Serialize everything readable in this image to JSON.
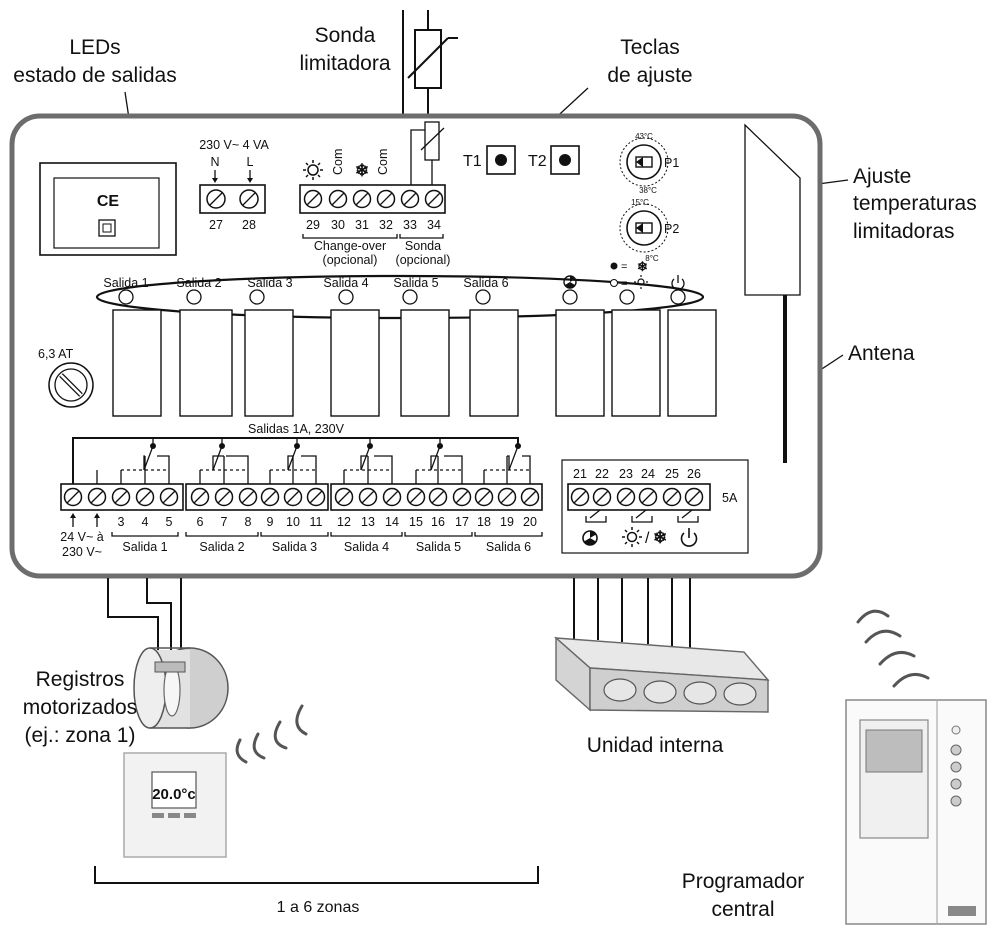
{
  "callouts": {
    "leds": [
      "LEDs",
      "estado de salidas"
    ],
    "sonda_limitadora": [
      "Sonda",
      "limitadora"
    ],
    "teclas": [
      "Teclas",
      "de ajuste"
    ],
    "ajuste": [
      "Ajuste",
      "temperaturas",
      "limitadoras"
    ],
    "antena": "Antena",
    "registros": [
      "Registros",
      "motorizados",
      "(ej.: zona 1)"
    ],
    "unidad_interna": "Unidad interna",
    "zonas": "1 a 6 zonas",
    "programador": [
      "Programador",
      "central"
    ]
  },
  "board": {
    "ce": "CE",
    "power_spec": "230 V~ 4 VA",
    "power_n": "N",
    "power_l": "L",
    "power_terms": [
      "27",
      "28"
    ],
    "mid_terms": [
      "29",
      "30",
      "31",
      "32",
      "33",
      "34"
    ],
    "com": "Com",
    "change_over": [
      "Change-over",
      "(opcional)"
    ],
    "sonda_opt": [
      "Sonda",
      "(opcional)"
    ],
    "t1": "T1",
    "t2": "T2",
    "p1": "P1",
    "p2": "P2",
    "p1_max": "43°C",
    "p1_min": "38°C",
    "p2_max": "15°C",
    "p2_min": "8°C",
    "fuse": "6,3 AT",
    "leds": [
      "Salida 1",
      "Salida 2",
      "Salida 3",
      "Salida 4",
      "Salida 5",
      "Salida 6"
    ],
    "outputs_header": "Salidas 1A, 230V",
    "bottom_terms": [
      "3",
      "4",
      "5",
      "6",
      "7",
      "8",
      "9",
      "10",
      "11",
      "12",
      "13",
      "14",
      "15",
      "16",
      "17",
      "18",
      "19",
      "20"
    ],
    "supply_label": [
      "24 V~ à",
      "230 V~"
    ],
    "outputs": [
      "Salida 1",
      "Salida 2",
      "Salida 3",
      "Salida 4",
      "Salida 5",
      "Salida 6"
    ],
    "right_terms": [
      "21",
      "22",
      "23",
      "24",
      "25",
      "26"
    ],
    "rating": "5A"
  },
  "thermostat_display": "20.0°c"
}
